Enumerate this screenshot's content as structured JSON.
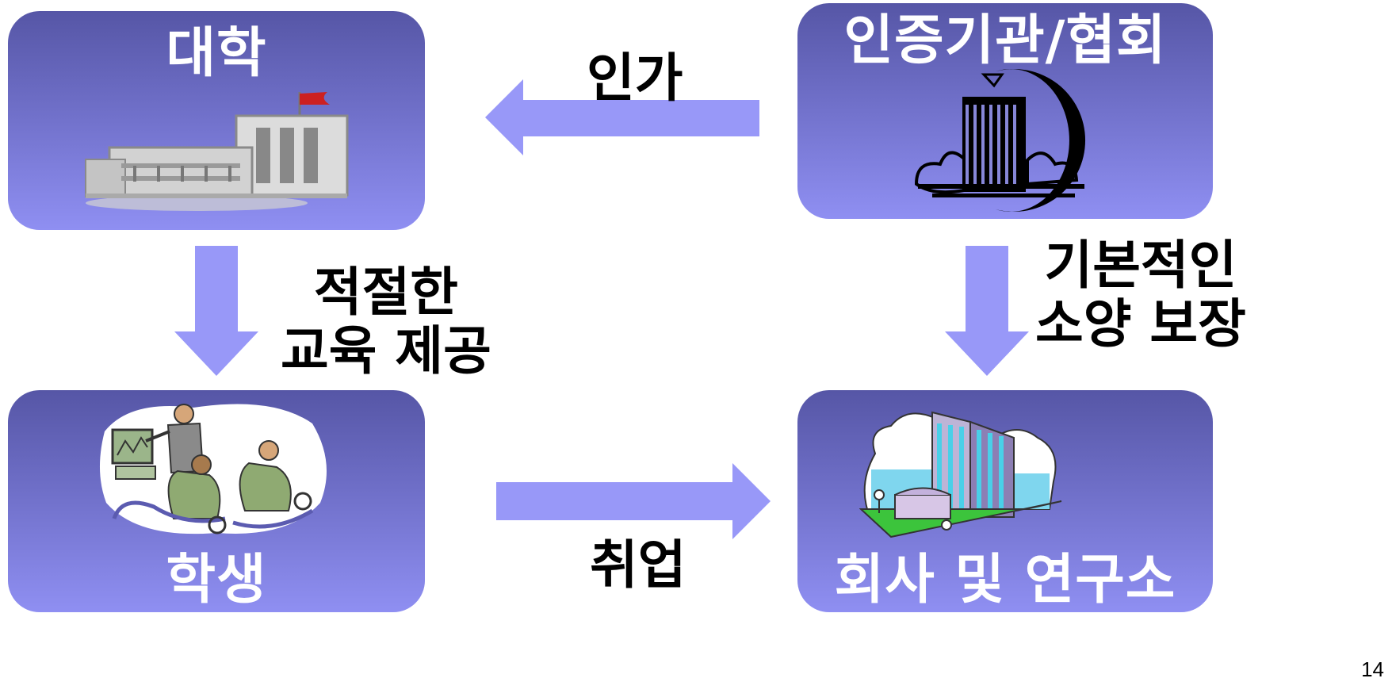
{
  "boxes": {
    "university": "대학",
    "accreditation": "인증기관/협회",
    "student": "학생",
    "company": "회사 및 연구소"
  },
  "arrows": {
    "approval": "인가",
    "education_line1": "적절한",
    "education_line2": "교육 제공",
    "guarantee_line1": "기본적인",
    "guarantee_line2": "소양 보장",
    "employment": "취업"
  },
  "page_number": "14",
  "colors": {
    "box_top": "#5656a6",
    "box_bottom": "#8f8ff2",
    "arrow": "#9898f8"
  },
  "icons": {
    "university": "school-building-icon",
    "accreditation": "office-tower-icon",
    "student": "classroom-icon",
    "company": "city-building-icon"
  }
}
